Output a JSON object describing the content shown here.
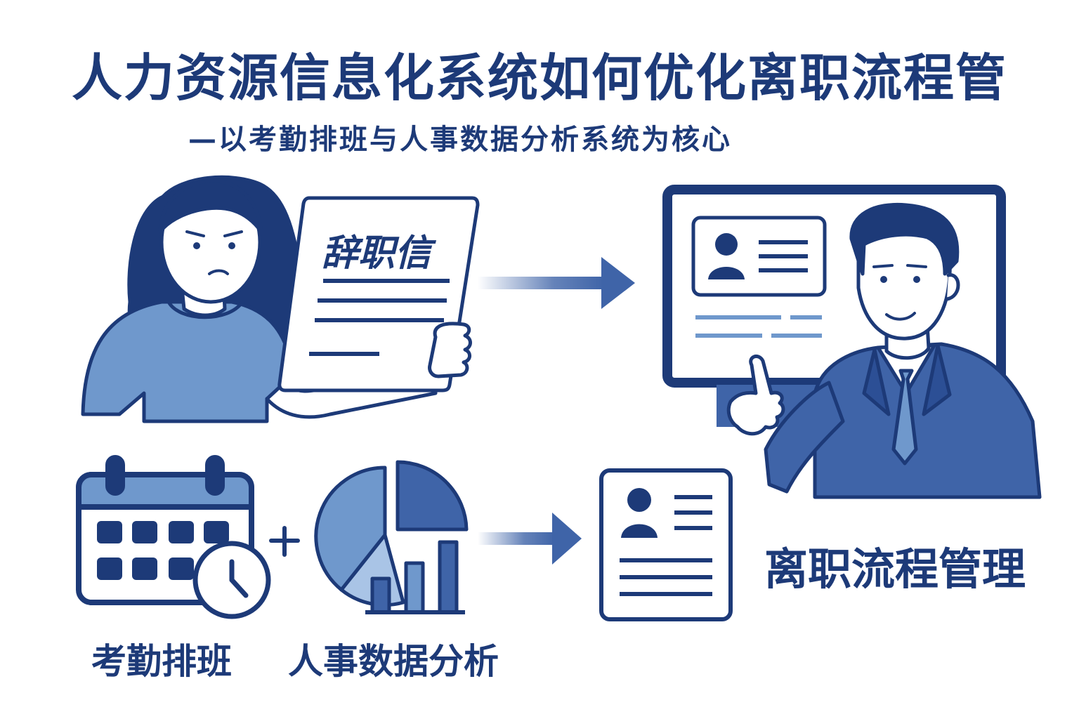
{
  "header": {
    "title": "人力资源信息化系统如何优化离职流程管",
    "subtitle": "—以考勤排班与人事数据分析系统为核心"
  },
  "resignation": {
    "letter_title": "辞职信"
  },
  "modules": {
    "attendance_label": "考勤排班",
    "plus": "+",
    "hr_analysis_label": "人事数据分析"
  },
  "result": {
    "label": "离职流程管理"
  },
  "icons": {
    "employee": "woman-employee-icon",
    "letter": "document-icon",
    "monitor": "monitor-icon",
    "manager": "businessman-icon",
    "calendar": "calendar-icon",
    "clock": "clock-icon",
    "chart": "pie-bar-chart-icon",
    "profile": "profile-card-icon",
    "arrow": "arrow-right-icon"
  },
  "colors": {
    "primary": "#1d3a78",
    "medium": "#3f64a8",
    "light": "#6f98cc",
    "pale": "#a9c4e6"
  }
}
